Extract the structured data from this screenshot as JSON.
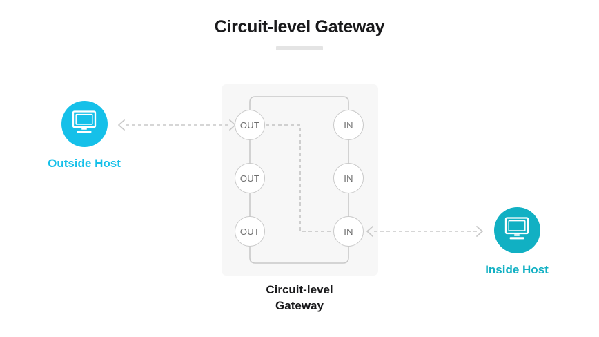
{
  "page": {
    "title": "Circuit-level Gateway",
    "background_color": "#ffffff"
  },
  "colors": {
    "title_text": "#19191b",
    "title_underline": "#e4e4e4",
    "panel_background": "#f7f7f7",
    "node_border": "#c9c9c9",
    "node_text": "#6d6d6d",
    "connector_line": "#c9c9c9",
    "dashed_line": "#c4c4c4",
    "arrow": "#c9c9c9",
    "outside_host_accent": "#15c0e9",
    "inside_host_accent": "#11b0c3"
  },
  "gateway": {
    "panel_label": "Circuit-level Gateway",
    "caption_line_1": "Circuit-level",
    "caption_line_2": "Gateway",
    "out_nodes": [
      {
        "label": "OUT"
      },
      {
        "label": "OUT"
      },
      {
        "label": "OUT"
      }
    ],
    "in_nodes": [
      {
        "label": "IN"
      },
      {
        "label": "IN"
      },
      {
        "label": "IN"
      }
    ]
  },
  "hosts": {
    "outside": {
      "label": "Outside Host",
      "icon": "desktop-monitor-icon",
      "color": "#15c0e9"
    },
    "inside": {
      "label": "Inside Host",
      "icon": "desktop-monitor-icon",
      "color": "#11b0c3"
    }
  },
  "connections": [
    {
      "name": "outside-host-to-gateway",
      "style": "dashed",
      "arrowheads": "both"
    },
    {
      "name": "gateway-to-inside-host",
      "style": "dashed",
      "arrowheads": "both"
    },
    {
      "name": "internal-circuit-path",
      "style": "dashed",
      "from": "out-node-1",
      "to": "in-node-3"
    }
  ]
}
